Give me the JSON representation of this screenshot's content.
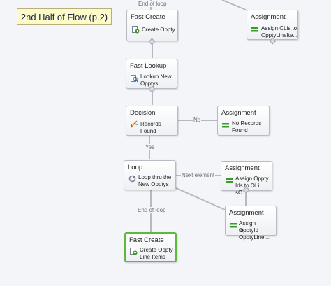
{
  "canvas": {
    "title": "2nd Half of Flow (p.2)"
  },
  "edge_labels": {
    "end_of_loop_top": "End of loop",
    "no": "No",
    "yes": "Yes",
    "next_element": "Next element",
    "end_of_loop_bottom": "End of loop"
  },
  "nodes": {
    "fast_create_1": {
      "type": "Fast Create",
      "label": "Create Oppty"
    },
    "assignment_top": {
      "type": "Assignment",
      "label_1": "Assign CLis to",
      "label_2": "OpptyLineIte..."
    },
    "fast_lookup": {
      "type": "Fast Lookup",
      "label_1": "Lookup New",
      "label_2": "Opptys"
    },
    "decision": {
      "type": "Decision",
      "label": "Records Found"
    },
    "assignment_no": {
      "type": "Assignment",
      "label_1": "No Records",
      "label_2": "Found"
    },
    "loop": {
      "type": "Loop",
      "label_1": "Loop thru the",
      "label_2": "New Opptys"
    },
    "assignment_loop": {
      "type": "Assignment",
      "label_1": "Assign Oppty",
      "label_2": "Ids to OLi sO..."
    },
    "assignment_oppty": {
      "type": "Assignment",
      "label_1": "Assign OpptyId",
      "label_2": "to OpptyLineI..."
    },
    "fast_create_2": {
      "type": "Fast Create",
      "label_1": "Create Oppty",
      "label_2": "Line Items"
    }
  },
  "colors": {
    "canvas_bg": "#f3f5f9",
    "edge": "#b5bac1",
    "selected_border": "#5fb73c",
    "note_bg": "#fdfbc9"
  }
}
